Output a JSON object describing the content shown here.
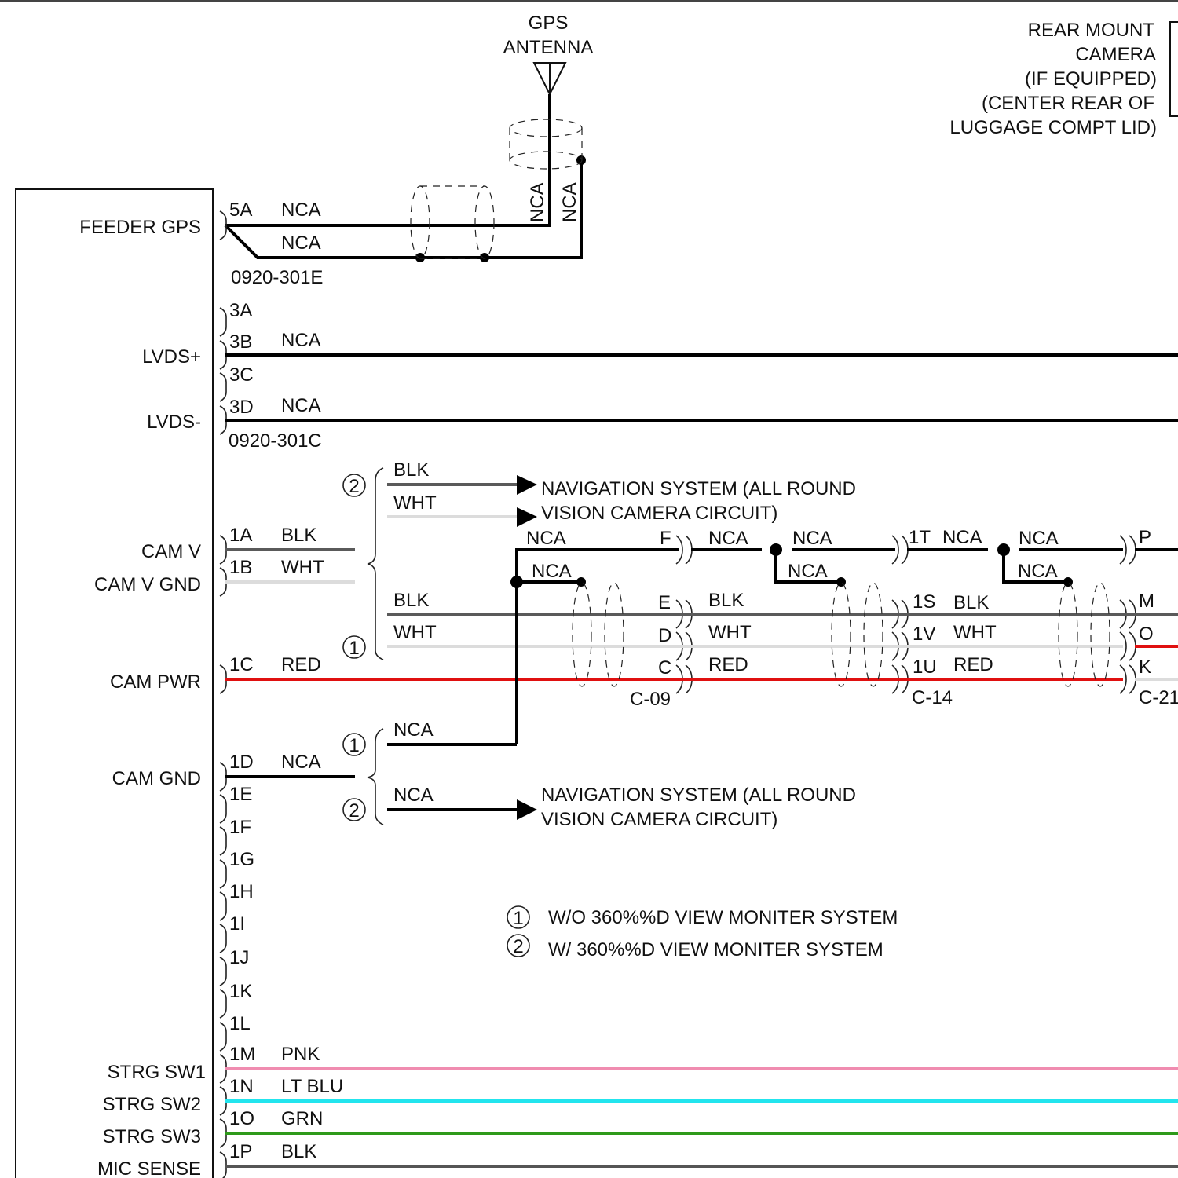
{
  "gps_antenna": {
    "line1": "GPS",
    "line2": "ANTENNA"
  },
  "rear_camera": {
    "line1": "REAR MOUNT",
    "line2": "CAMERA",
    "line3": "(IF EQUIPPED)",
    "line4": "(CENTER REAR OF",
    "line5": "LUGGAGE COMPT LID)"
  },
  "module": {
    "functions": {
      "feeder_gps": "FEEDER GPS",
      "lvds_plus": "LVDS+",
      "lvds_minus": "LVDS-",
      "cam_v": "CAM V",
      "cam_v_gnd": "CAM V GND",
      "cam_pwr": "CAM PWR",
      "cam_gnd": "CAM GND",
      "strg_sw1": "STRG SW1",
      "strg_sw2": "STRG SW2",
      "strg_sw3": "STRG SW3",
      "mic_sense": "MIC SENSE"
    },
    "pins": {
      "p5A": "5A",
      "p3A": "3A",
      "p3B": "3B",
      "p3C": "3C",
      "p3D": "3D",
      "p1A": "1A",
      "p1B": "1B",
      "p1C": "1C",
      "p1D": "1D",
      "p1E": "1E",
      "p1F": "1F",
      "p1G": "1G",
      "p1H": "1H",
      "p1I": "1I",
      "p1J": "1J",
      "p1K": "1K",
      "p1L": "1L",
      "p1M": "1M",
      "p1N": "1N",
      "p1O": "1O",
      "p1P": "1P"
    }
  },
  "connectors": {
    "c1": "0920-301E",
    "c2": "0920-301C",
    "c09": "C-09",
    "c14": "C-14",
    "c21": "C-21"
  },
  "connector_pins": {
    "c09": {
      "f": "F",
      "e": "E",
      "d": "D",
      "c": "C"
    },
    "c14": {
      "t": "1T",
      "s": "1S",
      "v": "1V",
      "u": "1U"
    },
    "c21": {
      "p": "P",
      "m": "M",
      "o": "O",
      "k": "K"
    }
  },
  "wire_colors": {
    "nca": "NCA",
    "blk": "BLK",
    "wht": "WHT",
    "red": "RED",
    "pnk": "PNK",
    "lt_blu": "LT BLU",
    "grn": "GRN"
  },
  "notes": {
    "nav_line1": "NAVIGATION SYSTEM (ALL ROUND",
    "nav_line2": "VISION CAMERA CIRCUIT)"
  },
  "legend": [
    {
      "num": "1",
      "text": "W/O 360%%D VIEW MONITER SYSTEM"
    },
    {
      "num": "2",
      "text": "W/ 360%%D VIEW MONITER SYSTEM"
    }
  ],
  "colors": {
    "blk": "#5a5a5a",
    "wht": "#dcdcdc",
    "red": "#e01010",
    "pnk": "#f08cb0",
    "lt_blu": "#22e5ee",
    "grn": "#2e9a1a",
    "nca": "#000000"
  }
}
